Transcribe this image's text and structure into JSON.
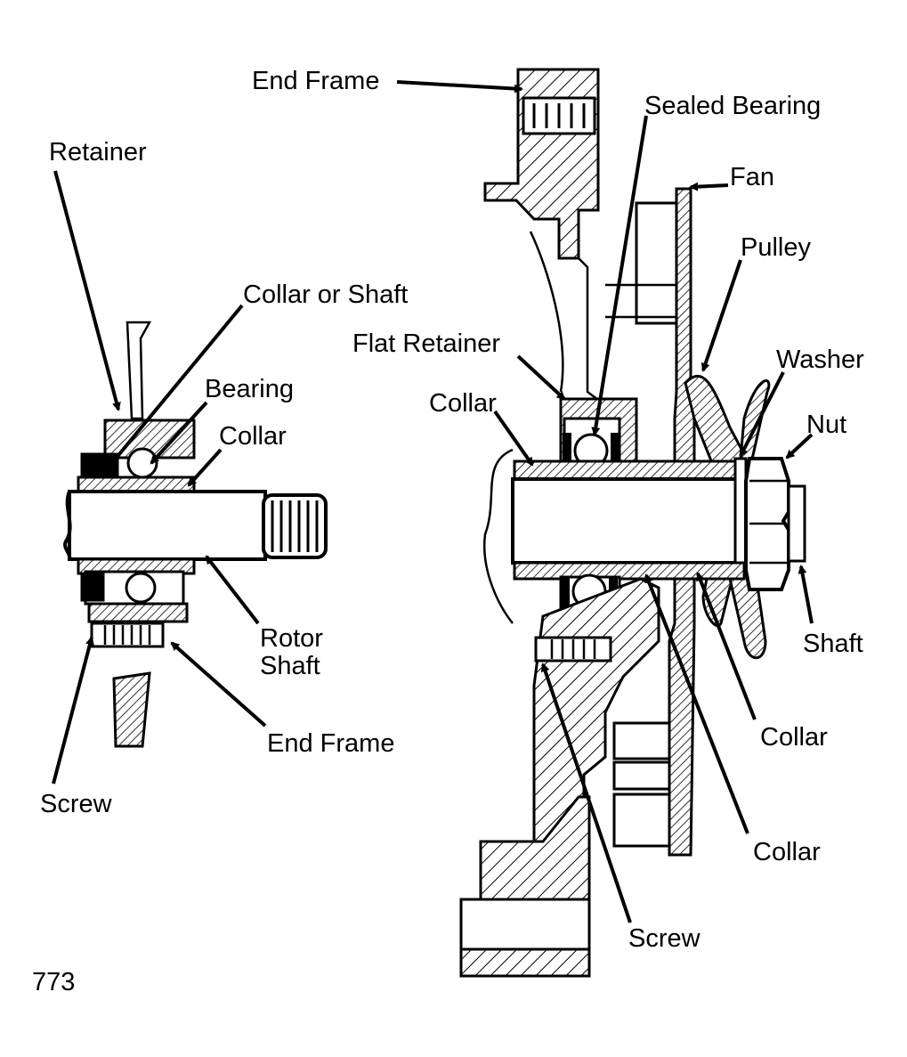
{
  "figure_number": "773",
  "left_view": {
    "labels": {
      "retainer": "Retainer",
      "collar_or_shaft": "Collar or Shaft",
      "bearing": "Bearing",
      "collar": "Collar",
      "rotor_shaft_line1": "Rotor",
      "rotor_shaft_line2": "Shaft",
      "end_frame": "End Frame",
      "screw": "Screw"
    }
  },
  "right_view": {
    "labels": {
      "end_frame": "End Frame",
      "sealed_bearing": "Sealed Bearing",
      "fan": "Fan",
      "pulley": "Pulley",
      "flat_retainer": "Flat Retainer",
      "washer": "Washer",
      "collar_left": "Collar",
      "nut": "Nut",
      "shaft": "Shaft",
      "collar_mid": "Collar",
      "collar_low": "Collar",
      "screw": "Screw"
    }
  }
}
